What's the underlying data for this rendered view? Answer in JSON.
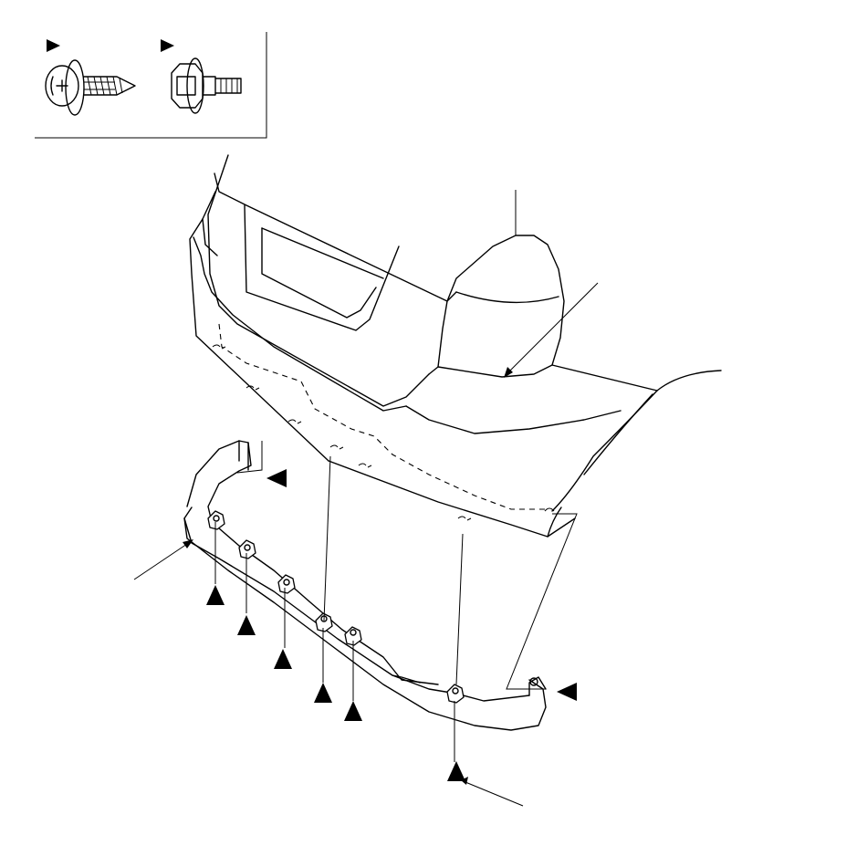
{
  "diagram": {
    "legend": {
      "items": [
        {
          "marker": "filled-triangle",
          "part": "tapping-screw"
        },
        {
          "marker": "filled-triangle",
          "part": "flange-bolt"
        }
      ]
    },
    "callouts": {
      "screw_markers": 6,
      "bolt_markers": 2,
      "leader_lines": 8
    },
    "colors": {
      "line": "#000000",
      "background": "#ffffff"
    }
  }
}
